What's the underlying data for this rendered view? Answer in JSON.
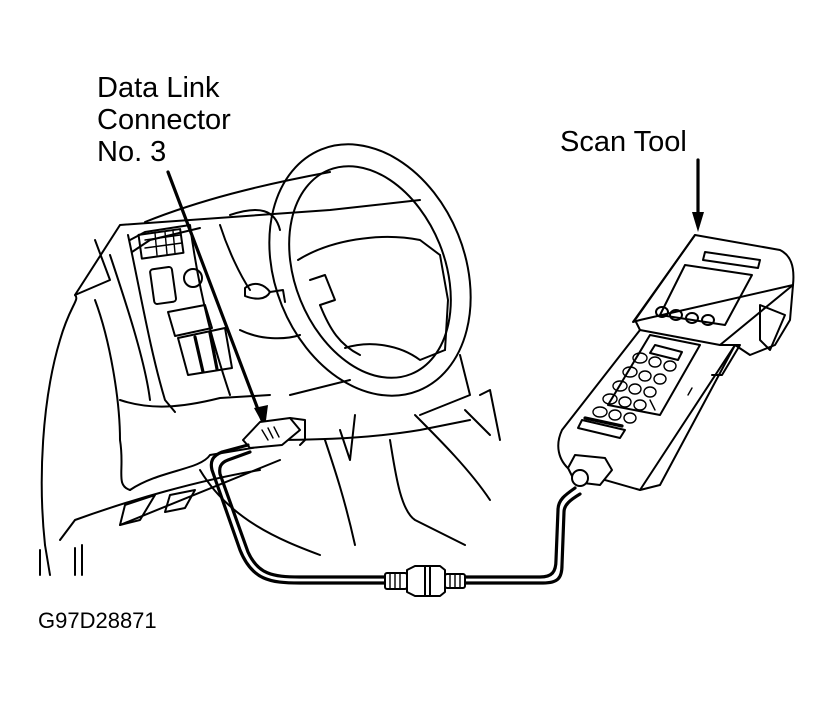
{
  "diagram": {
    "labels": {
      "data_link_connector": [
        "Data Link",
        "Connector",
        "No. 3"
      ],
      "scan_tool": "Scan Tool",
      "figure_id": "G97D28871"
    },
    "components": [
      "dashboard",
      "steering-wheel",
      "data-link-connector-no-3",
      "cable",
      "inline-adapter",
      "scan-tool"
    ],
    "colors": {
      "line": "#000000",
      "background": "#ffffff"
    }
  }
}
